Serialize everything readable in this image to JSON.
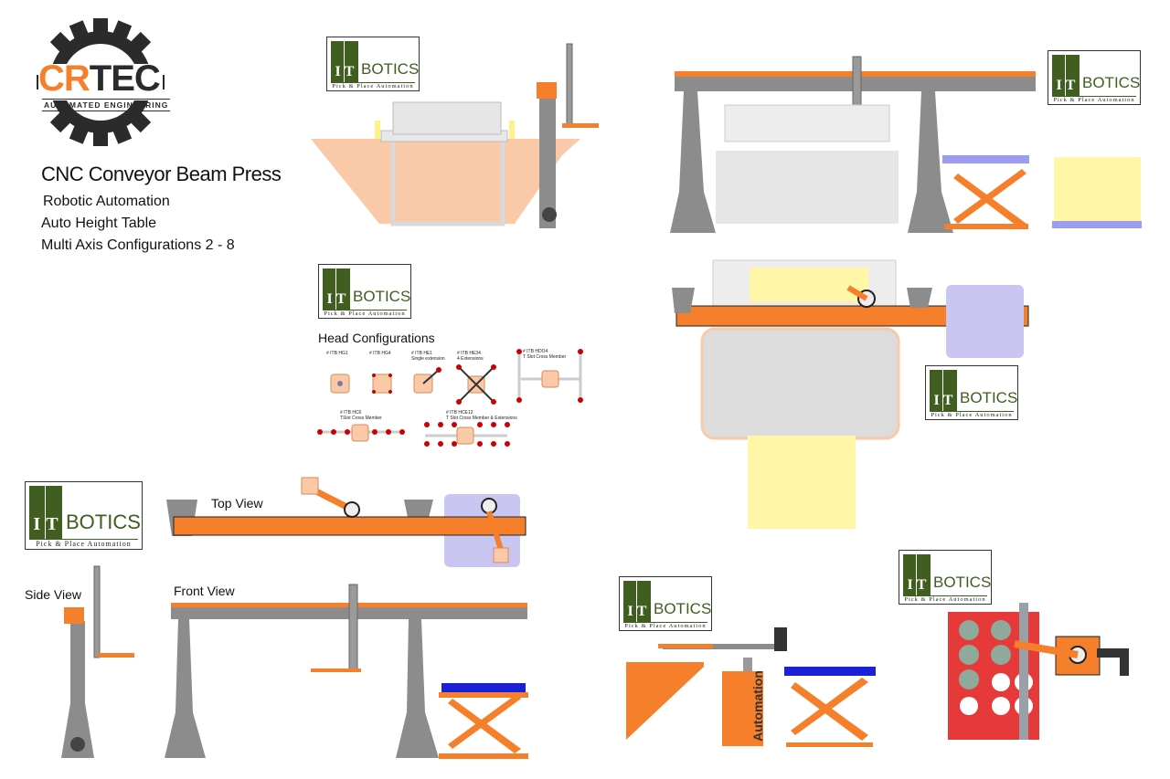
{
  "brand": {
    "logo_top": "CRTEC",
    "logo_sub": "AUTOMATED ENGINEERING"
  },
  "title_block": {
    "main": "CNC Conveyor Beam Press",
    "lines": [
      "Robotic Automation",
      "Auto Height Table",
      "Multi Axis Configurations 2 - 8"
    ]
  },
  "itbotics": {
    "prefix_i": "I",
    "prefix_t": "T",
    "word": "BOTICS",
    "tagline": "Pick & Place Automation"
  },
  "head_configs": {
    "heading": "Head Configurations",
    "items": [
      {
        "code": "# ITB HG1"
      },
      {
        "code": "# ITB HG4"
      },
      {
        "code": "# ITB HE1",
        "note": "Single extension"
      },
      {
        "code": "# ITB HE34",
        "note": "4 Extensions"
      },
      {
        "code": "# ITB HDO4",
        "note": "T Slot Cross Member"
      },
      {
        "code": "# ITB HC6",
        "note": "TSlot Cross Member"
      },
      {
        "code": "# ITB HCE12",
        "note": "T Slot Cross Member & Extensions"
      }
    ]
  },
  "view_labels": {
    "top": "Top View",
    "side": "Side View",
    "front": "Front View"
  },
  "machine_text": "Automation",
  "colors": {
    "orange": "#f57f2a",
    "orange_light": "#f9c9a8",
    "grey": "#8c8c8c",
    "itb_green": "#3f5e1f",
    "pale_yellow": "#fff6a8",
    "lavender": "#c9c6f2",
    "red_plate": "#e63a3a",
    "blue_tray": "#1b22d6"
  }
}
